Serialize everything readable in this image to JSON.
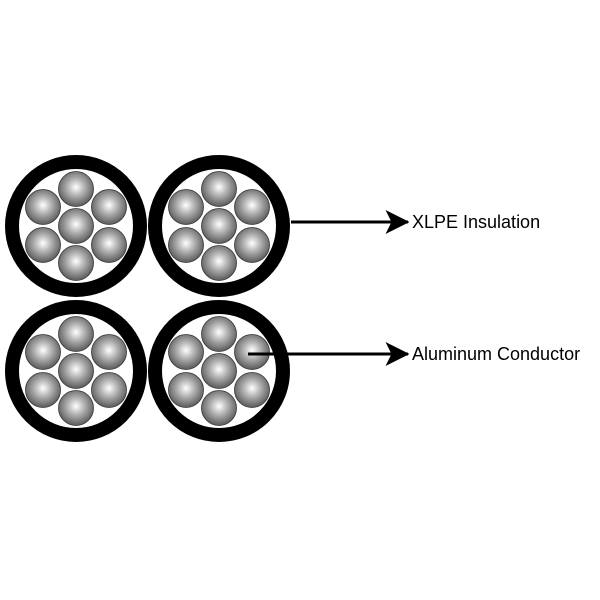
{
  "labels": {
    "insulation": "XLPE Insulation",
    "conductor": "Aluminum Conductor"
  },
  "colors": {
    "insulation": "#000000",
    "strand_light": "#ffffff",
    "strand_dark": "#555555",
    "background": "#ffffff"
  },
  "cable": {
    "cores": 4,
    "strands_per_core": 7
  }
}
